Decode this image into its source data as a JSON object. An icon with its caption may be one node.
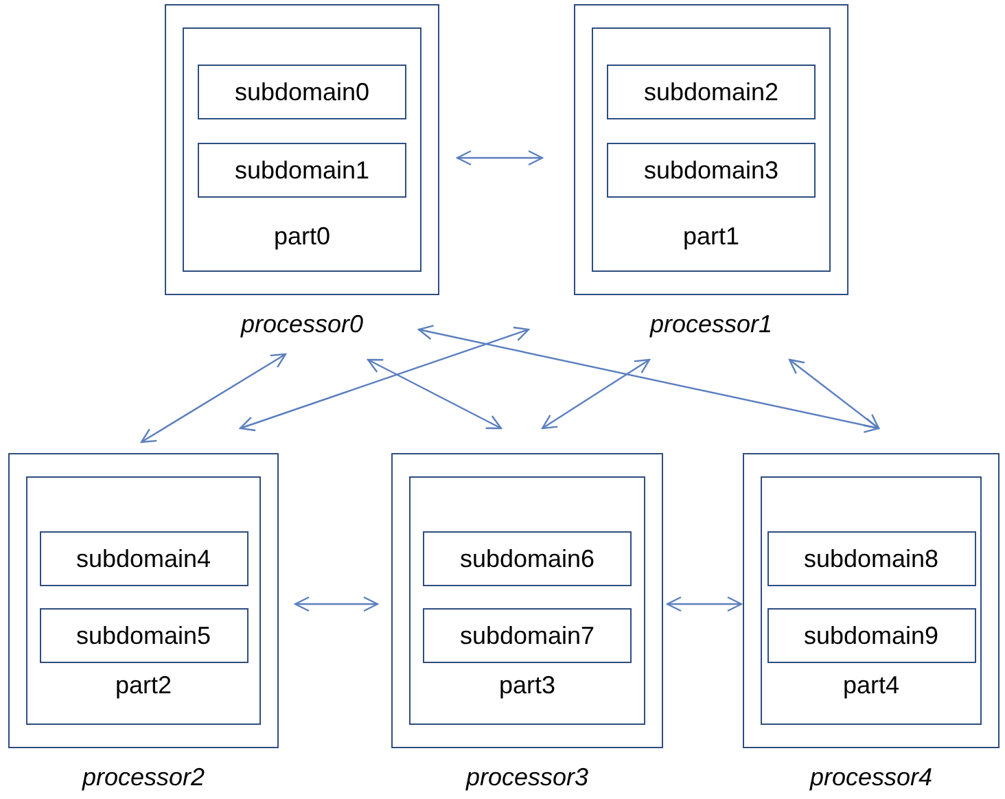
{
  "diagram": {
    "nodes": [
      {
        "text": [
          "processor0"
        ]
      },
      {
        "text": [
          "part0"
        ],
        "in": 0
      },
      {
        "text": [
          "subdomain0"
        ],
        "in": 1
      },
      {
        "text": [
          "subdomain1"
        ],
        "in": 1
      },
      {
        "text": [
          "processor1"
        ]
      },
      {
        "text": [
          "part1"
        ],
        "in": 4
      },
      {
        "text": [
          "subdomain2"
        ],
        "in": 5
      },
      {
        "text": [
          "subdomain3"
        ],
        "in": 5
      },
      {
        "text": [
          "processor2"
        ]
      },
      {
        "text": [
          "part2"
        ],
        "in": 8
      },
      {
        "text": [
          "subdomain4"
        ],
        "in": 9
      },
      {
        "text": [
          "subdomain5"
        ],
        "in": 9
      },
      {
        "text": [
          "processor3"
        ]
      },
      {
        "text": [
          "part3"
        ],
        "in": 12
      },
      {
        "text": [
          "subdomain6"
        ],
        "in": 13
      },
      {
        "text": [
          "subdomain7"
        ],
        "in": 13
      },
      {
        "text": [
          "processor4"
        ]
      },
      {
        "text": [
          "part4"
        ],
        "in": 16
      },
      {
        "text": [
          "subdomain8"
        ],
        "in": 17
      },
      {
        "text": [
          "subdomain9"
        ],
        "in": 17
      }
    ],
    "edges": [
      {
        "from": 0,
        "to": 4,
        "arrow": "both"
      },
      {
        "from": 8,
        "to": 12,
        "arrow": "both"
      },
      {
        "from": 12,
        "to": 16,
        "arrow": "both"
      },
      {
        "from": 0,
        "to": 8,
        "arrow": "both"
      },
      {
        "from": 4,
        "to": 8,
        "arrow": "both"
      },
      {
        "from": 0,
        "to": 12,
        "arrow": "both"
      },
      {
        "from": 4,
        "to": 12,
        "arrow": "both"
      },
      {
        "from": 0,
        "to": 16,
        "arrow": "both"
      },
      {
        "from": 4,
        "to": 16,
        "arrow": "both"
      }
    ]
  }
}
